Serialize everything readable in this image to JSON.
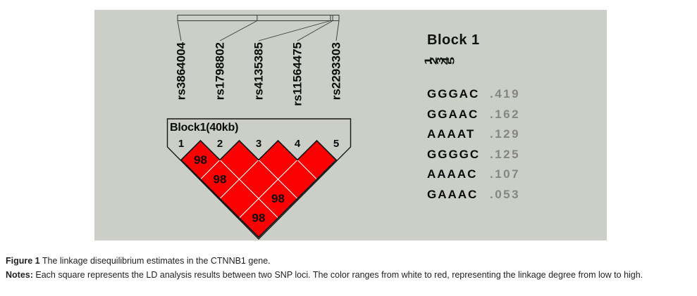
{
  "colors": {
    "panel_bg": "#cbcfc8",
    "ld_red": "#fb0000",
    "cell_divider": "#ffffff",
    "outline_dark": "#161616",
    "freq_gray": "#858585"
  },
  "figure": {
    "label": "Figure 1",
    "caption": "The linkage disequilibrium estimates in the CTNNB1 gene.",
    "notes_label": "Notes:",
    "notes": "Each square represents the LD analysis results between two SNP loci. The color ranges from white to red, representing the linkage degree from low to high."
  },
  "chart_data": {
    "type": "heatmap",
    "subtype": "haploview-ld-triangle",
    "snps": [
      "rs3864004",
      "rs1798802",
      "rs4135385",
      "rs11564475",
      "rs2293303"
    ],
    "site_numbers": [
      "1",
      "2",
      "3",
      "4",
      "5"
    ],
    "block_label": "Block1(40kb)",
    "genomic_marker_fractions": [
      0,
      0.493,
      0.947,
      0.961,
      1
    ],
    "ld_cells": [
      {
        "snp1": 1,
        "snp2": 2,
        "label": "98"
      },
      {
        "snp1": 2,
        "snp2": 3,
        "label": ""
      },
      {
        "snp1": 3,
        "snp2": 4,
        "label": ""
      },
      {
        "snp1": 4,
        "snp2": 5,
        "label": ""
      },
      {
        "snp1": 1,
        "snp2": 3,
        "label": "98"
      },
      {
        "snp1": 2,
        "snp2": 4,
        "label": ""
      },
      {
        "snp1": 3,
        "snp2": 5,
        "label": ""
      },
      {
        "snp1": 1,
        "snp2": 4,
        "label": ""
      },
      {
        "snp1": 2,
        "snp2": 5,
        "label": "98"
      },
      {
        "snp1": 1,
        "snp2": 5,
        "label": "98"
      }
    ],
    "haplotypes": {
      "title": "Block 1",
      "column_numbers": [
        "1",
        "2",
        "3",
        "4",
        "5"
      ],
      "rows": [
        {
          "seq": "GGGAC",
          "freq": ".419"
        },
        {
          "seq": "GGAAC",
          "freq": ".162"
        },
        {
          "seq": "AAAAT",
          "freq": ".129"
        },
        {
          "seq": "GGGGC",
          "freq": ".125"
        },
        {
          "seq": "AAAAC",
          "freq": ".107"
        },
        {
          "seq": "GAAAC",
          "freq": ".053"
        }
      ]
    }
  }
}
